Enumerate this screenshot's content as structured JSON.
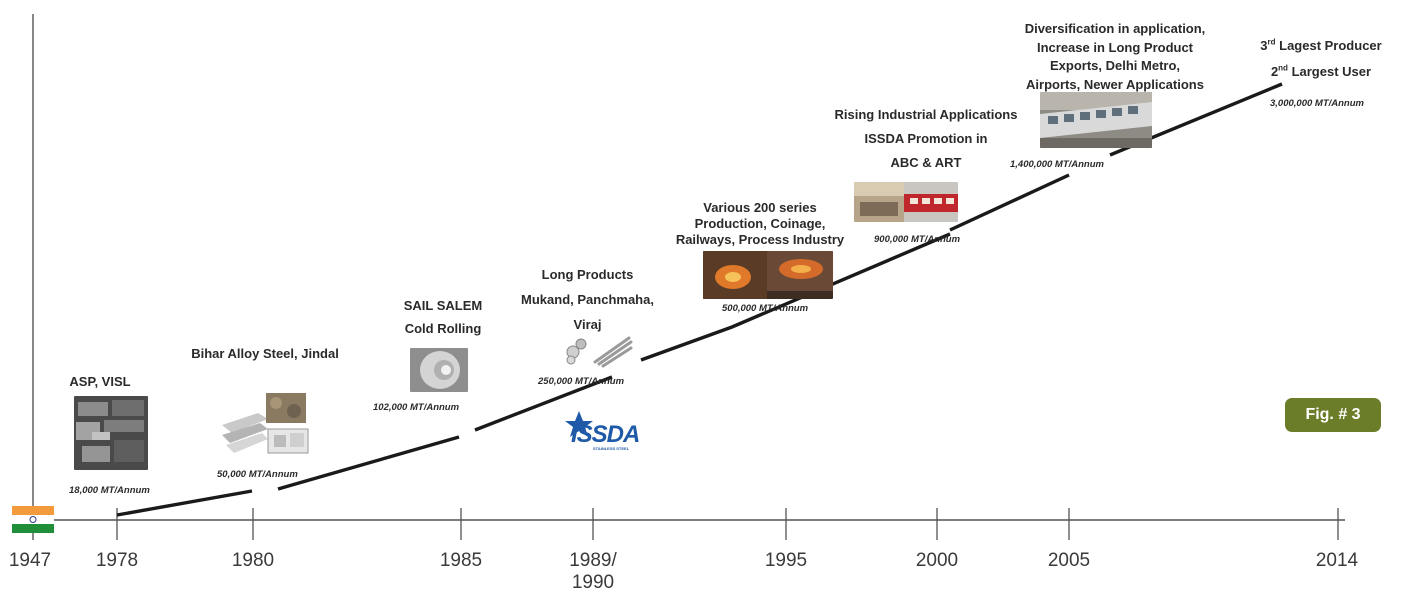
{
  "timeline": {
    "years": [
      {
        "label": "1947",
        "key": "y1947"
      },
      {
        "label": "1978",
        "key": "y1978"
      },
      {
        "label": "1980",
        "key": "y1980"
      },
      {
        "label": "1985",
        "key": "y1985"
      },
      {
        "label": "1989/",
        "sub": "1990",
        "key": "y1989"
      },
      {
        "label": "1995",
        "key": "y1995"
      },
      {
        "label": "2000",
        "key": "y2000"
      },
      {
        "label": "2005",
        "key": "y2005"
      },
      {
        "label": "2014",
        "key": "y2014"
      }
    ]
  },
  "milestones": {
    "m1978": {
      "lines": [
        "ASP, VISL"
      ],
      "capacity": "18,000 MT/Annum"
    },
    "m1980": {
      "lines": [
        "Bihar Alloy Steel, Jindal"
      ],
      "capacity": "50,000 MT/Annum"
    },
    "m1985": {
      "lines": [
        "SAIL SALEM",
        "Cold Rolling"
      ],
      "capacity": "102,000 MT/Annum"
    },
    "m1989": {
      "lines": [
        "Long Products",
        "Mukand, Panchmaha,",
        "Viraj"
      ],
      "capacity": "250,000 MT/Annum"
    },
    "m1995": {
      "lines": [
        "Various 200 series",
        "Production, Coinage,",
        "Railways, Process Industry"
      ],
      "capacity": "500,000 MT/Annum"
    },
    "m2000": {
      "lines": [
        "Rising Industrial Applications",
        "ISSDA Promotion in",
        "ABC & ART"
      ],
      "capacity": "900,000 MT/Annum"
    },
    "m2005": {
      "lines": [
        "Diversification in application,",
        "Increase in Long Product",
        "Exports, Delhi Metro,",
        "Airports, Newer Applications"
      ],
      "capacity": "1,400,000 MT/Annum"
    },
    "m2014": {
      "line1_num": "3",
      "line1_sup": "rd",
      "line1_rest": " Lagest Producer",
      "line2_num": "2",
      "line2_sup": "nd",
      "line2_rest": " Largest User",
      "capacity": "3,000,000 MT/Annum"
    }
  },
  "logo": {
    "text": "ISSDA",
    "subtext": "STAINLESS STEEL"
  },
  "figure_label": "Fig. # 3",
  "colors": {
    "line": "#1a1a1a",
    "axis": "#555555",
    "badge": "#6b7d28",
    "flag_saffron": "#f39a3c",
    "flag_green": "#1f8f3a"
  }
}
